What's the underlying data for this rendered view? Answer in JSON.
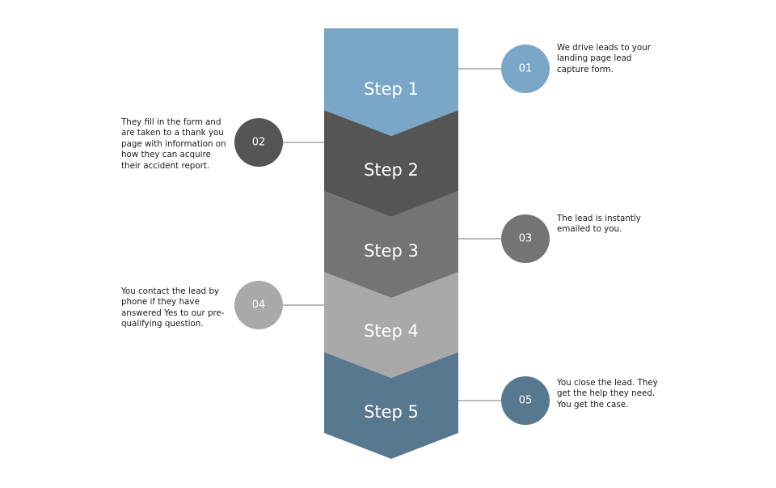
{
  "colors": {
    "step1": "#7aa7c7",
    "step2": "#555555",
    "step3": "#747474",
    "step4": "#a9a9a9",
    "step5": "#58788f",
    "connector": "#bbbbbb"
  },
  "steps": [
    {
      "label": "Step 1",
      "badge": "01",
      "text": "We drive leads to your landing page lead capture form."
    },
    {
      "label": "Step 2",
      "badge": "02",
      "text": "They fill in the form and are taken to a thank you page with information on how they can acquire their accident report."
    },
    {
      "label": "Step 3",
      "badge": "03",
      "text": "The lead is instantly emailed to you."
    },
    {
      "label": "Step 4",
      "badge": "04",
      "text": "You contact the lead by phone if they have answered Yes to our pre-qualifying question."
    },
    {
      "label": "Step 5",
      "badge": "05",
      "text": "You close the lead. They get the help they need. You get the case."
    }
  ]
}
